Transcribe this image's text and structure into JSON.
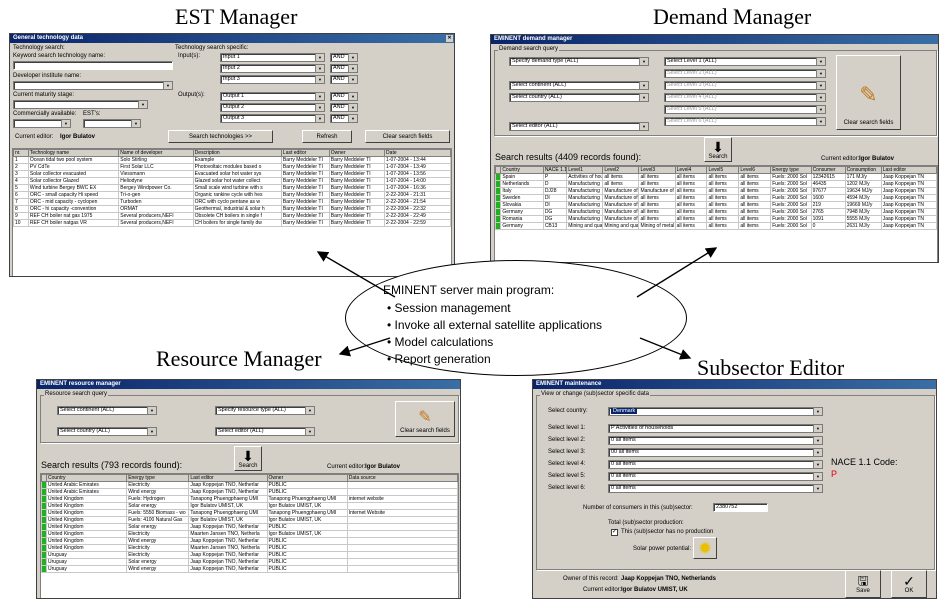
{
  "titles": {
    "est": "EST Manager",
    "demand": "Demand Manager",
    "resource": "Resource Manager",
    "subsector": "Subsector Editor"
  },
  "center": {
    "title": "EMINENT server main program:",
    "items": [
      "Session management",
      "Invoke all external satellite applications",
      "Model calculations",
      "Report generation"
    ]
  },
  "est": {
    "window_title": "General technology data",
    "search_label": "Technology search:",
    "keyword_label": "Keyword search technology name:",
    "developer_label": "Developer institute name:",
    "maturity_label": "Current maturity stage:",
    "commercial_label": "Commercially available:",
    "ests_label": "EST's:",
    "specific_label": "Technology search specific:",
    "inputs_label": "Input(s):",
    "outputs_label": "Output(s):",
    "inputs": [
      "Input 1",
      "Input 2",
      "Input 3"
    ],
    "outputs": [
      "Output 1",
      "Output 2",
      "Output 3"
    ],
    "and_label": "AND",
    "editor_label": "Current editor:",
    "editor_name": "Igor Bulatov",
    "search_btn": "Search technologies >>",
    "refresh_btn": "Refresh",
    "clear_btn": "Clear search fields",
    "columns": [
      "nr.",
      "Technology name",
      "Name of developer",
      "Description",
      "Last editor",
      "Owner",
      "Date"
    ],
    "rows": [
      [
        "1",
        "Ocean tidal two pool system",
        "Solo Stirling",
        "Example",
        "Barry Meddeler TI",
        "Barry Meddeler TI",
        "1-07-2004 - 13:44"
      ],
      [
        "2",
        "PV CdTe",
        "First Solar LLC",
        "Photovoltaic modules based o",
        "Barry Meddeler TI",
        "Barry Meddeler TI",
        "1-07-2004 - 13:49"
      ],
      [
        "3",
        "Solar collector evacuated",
        "Viessmann",
        "Evacuated solar hot water sys",
        "Barry Meddeler TI",
        "Barry Meddeler TI",
        "1-07-2004 - 13:56"
      ],
      [
        "4",
        "Solar collector Glazed",
        "Heliodyne",
        "Glazed solar hot water collect",
        "Barry Meddeler TI",
        "Barry Meddeler TI",
        "1-07-2004 - 14:00"
      ],
      [
        "5",
        "Wind turbine Bergey BWC EX",
        "Bergey Windpower Co.",
        "Small scale wind turbine with s",
        "Barry Meddeler TI",
        "Barry Meddeler TI",
        "1-07-2004 - 16:36"
      ],
      [
        "6",
        "ORC - small capacity Hi speed",
        "Tri-o-gen",
        "Organic rankine cycle with hes",
        "Barry Meddeler TI",
        "Barry Meddeler TI",
        "2-22-2004 - 21:31"
      ],
      [
        "7",
        "ORC - mid capacity - cyclopen",
        "Turboden",
        "ORC with cyclo pentane as w",
        "Barry Meddeler TI",
        "Barry Meddeler TI",
        "2-22-2004 - 21:54"
      ],
      [
        "8",
        "ORC - hi capacity -convention",
        "ORMAT",
        "Geothermal, industrial & solar h",
        "Barry Meddeler TI",
        "Barry Meddeler TI",
        "2-22-2004 - 22:32"
      ],
      [
        "9",
        "REF CH boiler nat gas 1975",
        "Several producers,NEFI",
        "Obsolete CH boilers in single f",
        "Barry Meddeler TI",
        "Barry Meddeler TI",
        "2-22-2004 - 22:49"
      ],
      [
        "10",
        "REF CH boiler natgas VR",
        "Several producers,NEFI",
        "CH boilers for single family dw",
        "Barry Meddeler TI",
        "Barry Meddeler TI",
        "2-22-2004 - 22:59"
      ]
    ]
  },
  "demand": {
    "window_title": "EMINENT demand manager",
    "group_label": "Demand search query",
    "type_dd": "Specify demand type (ALL)",
    "continent_dd": "Select continent (ALL)",
    "country_dd": "Select country (ALL)",
    "editor_dd": "Select editor (ALL)",
    "levels": [
      "Select Level 1 (ALL)",
      "Select Level 2 (ALL)",
      "Select Level 3 (ALL)",
      "Select Level 4 (ALL)",
      "Select Level 5 (ALL)",
      "Select Level 6 (ALL)"
    ],
    "clear_btn": "Clear search fields",
    "search_btn": "Search",
    "results_label": "Search results (4409 records found):",
    "editor_label": "Current editor:",
    "editor_name": "Igor Bulatov",
    "columns": [
      "",
      "Country",
      "NACE 1.1",
      "Level1",
      "Level2",
      "Level3",
      "Level4",
      "Level5",
      "Level6",
      "Energy type",
      "Consumer",
      "Consumption",
      "Last editor"
    ],
    "rows": [
      [
        "Spain",
        "P",
        "Activities of hou",
        "all items",
        "all items",
        "all items",
        "all items",
        "all items",
        "Fuels: 2000 Sol",
        "12342615",
        "171 MJ/y",
        "Jaap Koppejan TN"
      ],
      [
        "Netherlands",
        "D",
        "Manufacturing",
        "all items",
        "all items",
        "all items",
        "all items",
        "all items",
        "Fuels: 2000 Sol",
        "46435",
        "1202 MJ/y",
        "Jaap Koppejan TN"
      ],
      [
        "Italy",
        "DJ28",
        "Manufacturing",
        "Manufacture of",
        "Manufacture of",
        "all items",
        "all items",
        "all items",
        "Fuels: 2000 Sol",
        "97677",
        "19634 MJ/y",
        "Jaap Koppejan TN"
      ],
      [
        "Sweden",
        "DI",
        "Manufacturing",
        "Manufacture of",
        "all items",
        "all items",
        "all items",
        "all items",
        "Fuels: 2000 Sol",
        "1600",
        "4594 MJ/y",
        "Jaap Koppejan TN"
      ],
      [
        "Slovakia",
        "DI",
        "Manufacturing",
        "Manufacture of",
        "all items",
        "all items",
        "all items",
        "all items",
        "Fuels: 2000 Sol",
        "219",
        "19669 MJ/y",
        "Jaap Koppejan TN"
      ],
      [
        "Germany",
        "DG",
        "Manufacturing",
        "Manufacture of",
        "all items",
        "all items",
        "all items",
        "all items",
        "Fuels: 2000 Sol",
        "2765",
        "7948 MJ/y",
        "Jaap Koppejan TN"
      ],
      [
        "Romania",
        "DG",
        "Manufacturing",
        "Manufacture of",
        "all items",
        "all items",
        "all items",
        "all items",
        "Fuels: 2000 Sol",
        "1091",
        "5555 MJ/y",
        "Jaap Koppejan TN"
      ],
      [
        "Germany",
        "CB13",
        "Mining and quar",
        "Mining and quar",
        "Mining of metal",
        "all items",
        "all items",
        "all items",
        "Fuels: 2000 Sol",
        "0",
        "2631 MJ/y",
        "Jaap Koppejan TN"
      ]
    ]
  },
  "resource": {
    "window_title": "EMINENT resource manager",
    "group_label": "Resource search query",
    "continent_dd": "Select continent (ALL)",
    "type_dd": "Specify resource type (ALL)",
    "country_dd": "Select country (ALL)",
    "editor_dd": "Select editor (ALL)",
    "clear_btn": "Clear search fields",
    "search_btn": "Search",
    "results_label": "Search results (793 records found):",
    "editor_label": "Current editor:",
    "editor_name": "Igor Bulatov",
    "columns": [
      "",
      "Country",
      "Energy type",
      "Last editor",
      "Owner",
      "Data source"
    ],
    "rows": [
      [
        "United Arabic Emirates",
        "Electricity",
        "Jaap Koppejan TNO, Netherlar",
        "PUBLIC",
        ""
      ],
      [
        "United Arabic Emirates",
        "Wind energy",
        "Jaap Koppejan TNO, Netherlar",
        "PUBLIC",
        ""
      ],
      [
        "United Kingdom",
        "Fuels: Hydrogen",
        "Tanapong Phuengphaeng UMI",
        "Tanapong Phuengphaeng UMI",
        "internet website"
      ],
      [
        "United Kingdom",
        "Solar energy",
        "Igor Bulatov UMIST, UK",
        "Igor Bulatov UMIST, UK",
        ""
      ],
      [
        "United Kingdom",
        "Fuels: 5550 Biomass - wo",
        "Tanapong Phuengphaeng UMI",
        "Tanapong Phuengphaeng UMI",
        "Internet Website"
      ],
      [
        "United Kingdom",
        "Fuels: 4100 Natural Gas",
        "Igor Bulatov UMIST, UK",
        "Igor Bulatov UMIST, UK",
        ""
      ],
      [
        "United Kingdom",
        "Solar energy",
        "Jaap Koppejan TNO, Netherlar",
        "PUBLIC",
        ""
      ],
      [
        "United Kingdom",
        "Electricity",
        "Maarten Jansen TNO, Netherla",
        "Igor Bulatov UMIST, UK",
        ""
      ],
      [
        "United Kingdom",
        "Wind energy",
        "Jaap Koppejan TNO, Netherlar",
        "PUBLIC",
        ""
      ],
      [
        "United Kingdom",
        "Electricity",
        "Maarten Jansen TNO, Netherla",
        "PUBLIC",
        ""
      ],
      [
        "Uruguay",
        "Electricity",
        "Jaap Koppejan TNO, Netherlar",
        "PUBLIC",
        ""
      ],
      [
        "Uruguay",
        "Solar energy",
        "Jaap Koppejan TNO, Netherlar",
        "PUBLIC",
        ""
      ],
      [
        "Uruguay",
        "Wind energy",
        "Jaap Koppejan TNO, Netherlar",
        "PUBLIC",
        ""
      ]
    ]
  },
  "subsector": {
    "window_title": "EMINENT maintenance",
    "group_label": "View or change (sub)sector specific data",
    "country_label": "Select country:",
    "country_value": "Denmark",
    "levels": [
      {
        "label": "Select level 1:",
        "value": "P Activities of households"
      },
      {
        "label": "Select level 2:",
        "value": "0 all items"
      },
      {
        "label": "Select level 3:",
        "value": "00 all items"
      },
      {
        "label": "Select level 4:",
        "value": "0 all items"
      },
      {
        "label": "Select level 5:",
        "value": "0 all items"
      },
      {
        "label": "Select level 6:",
        "value": "0 all items"
      }
    ],
    "nace_label": "NACE 1.1 Code:",
    "nace_value": "P",
    "consumers_label": "Number of consumers in this (sub)sector:",
    "consumers_value": "2380752",
    "total_label": "Total (sub)sector production:",
    "no_production_label": "This (sub)sector has no production",
    "solar_label": "Solar power potential:",
    "owner_label": "Owner of this record:",
    "owner_value": "Jaap Koppejan TNO, Netherlands",
    "editor_label": "Current editor:",
    "editor_value": "Igor Bulatov UMIST, UK",
    "save_btn": "Save",
    "ok_btn": "OK"
  }
}
